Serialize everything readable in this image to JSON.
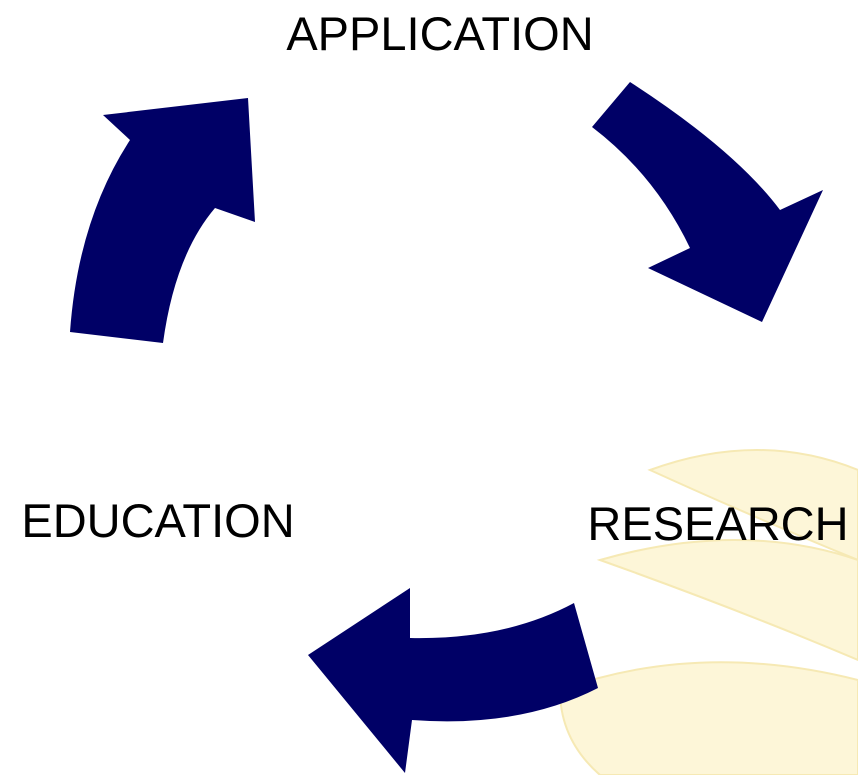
{
  "diagram": {
    "type": "cycle",
    "nodes": [
      {
        "id": "application",
        "label": "APPLICATION"
      },
      {
        "id": "research",
        "label": "RESEARCH"
      },
      {
        "id": "education",
        "label": "EDUCATION"
      }
    ],
    "edges": [
      {
        "from": "application",
        "to": "research"
      },
      {
        "from": "research",
        "to": "education"
      },
      {
        "from": "education",
        "to": "application"
      }
    ]
  },
  "colors": {
    "arrow": "#000066",
    "label": "#000000",
    "background": "#ffffff",
    "watermark_fill": "#fdf6d8",
    "watermark_stroke": "#f6e9b4"
  },
  "watermark": {
    "icon": "leaf-emblem-watermark"
  }
}
